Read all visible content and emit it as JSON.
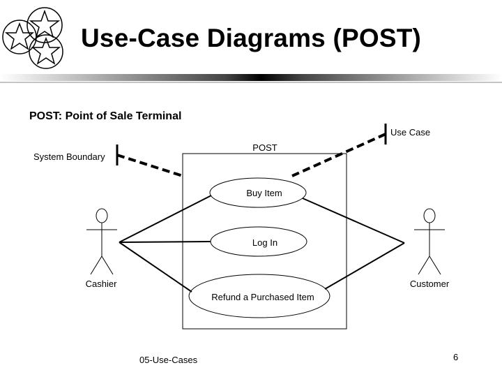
{
  "slide": {
    "title": "Use-Case Diagrams (POST)",
    "subtitle": "POST: Point of Sale Terminal",
    "footer": "05-Use-Cases",
    "page_number": "6",
    "logo": "stars-logo-icon"
  },
  "diagram": {
    "system_name": "POST",
    "use_cases": [
      {
        "label": "Buy Item"
      },
      {
        "label": "Log In"
      },
      {
        "label": "Refund a Purchased Item"
      }
    ],
    "actors": [
      {
        "label": "Cashier"
      },
      {
        "label": "Customer"
      }
    ],
    "callouts": {
      "system_boundary": "System Boundary",
      "use_case": "Use Case"
    }
  },
  "colors": {
    "ink": "#000000",
    "background": "#ffffff"
  }
}
